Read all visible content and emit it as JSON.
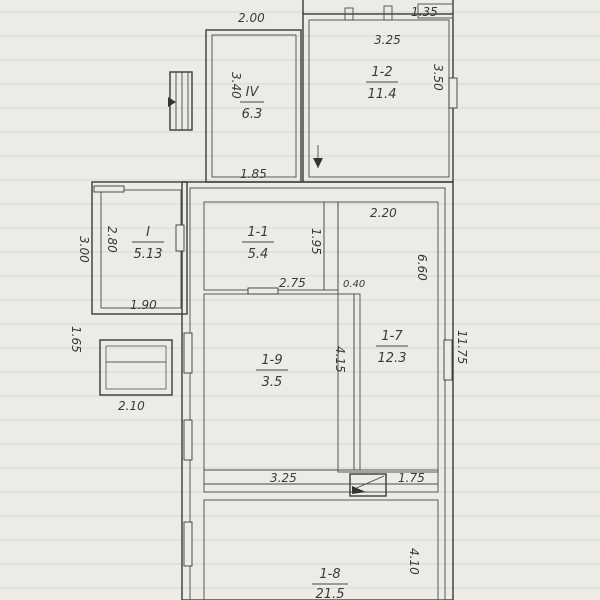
{
  "rooms": [
    {
      "id": "IV",
      "name": "IV",
      "area": "6.3"
    },
    {
      "id": "1-2",
      "name": "1-2",
      "area": "11.4"
    },
    {
      "id": "I",
      "name": "I",
      "area": "5.13"
    },
    {
      "id": "1-1",
      "name": "1-1",
      "area": "5.4"
    },
    {
      "id": "1-7",
      "name": "1-7",
      "area": "12.3"
    },
    {
      "id": "1-9",
      "name": "1-9",
      "area": "3.5"
    },
    {
      "id": "1-8",
      "name": "1-8",
      "area": "21.5"
    }
  ],
  "dimensions": {
    "top_iv": "2.00",
    "top_small": "1.35",
    "top_12": "3.25",
    "side_iv": "3.40",
    "side_12": "3.50",
    "bottom_iv": "1.85",
    "top_17": "2.20",
    "inner_111": "2.80",
    "outer_i": "3.00",
    "wall_11": "1.95",
    "side_17": "6.60",
    "inner_19": "2.75",
    "wall_040": "0.40",
    "bottom_i": "1.90",
    "left_165": "1.65",
    "side_19": "4.15",
    "right_overall": "11.75",
    "porch_width": "2.10",
    "bottom_19": "3.25",
    "small_175": "1.75",
    "side_18": "4.10"
  }
}
